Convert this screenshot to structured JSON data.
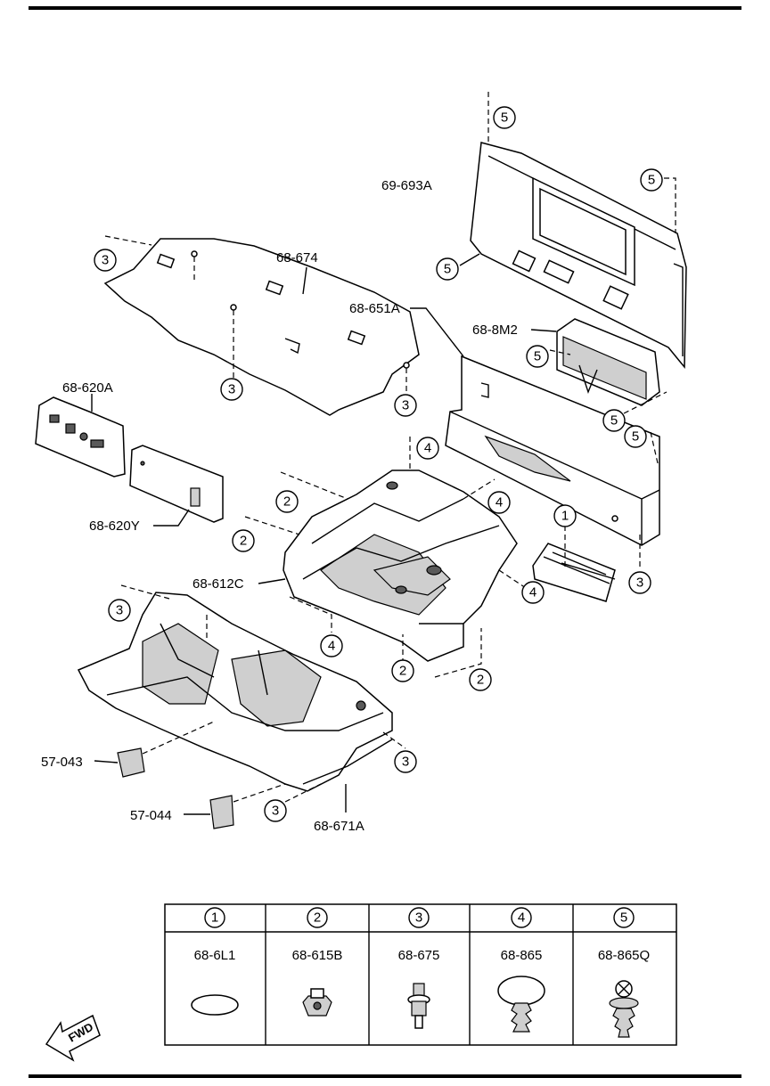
{
  "part_labels": {
    "p69_693A": "69-693A",
    "p68_674": "68-674",
    "p68_651A": "68-651A",
    "p68_8M2": "68-8M2",
    "p68_620A": "68-620A",
    "p68_620Y": "68-620Y",
    "p68_612C": "68-612C",
    "p57_043": "57-043",
    "p57_044": "57-044",
    "p68_671A": "68-671A"
  },
  "callout_numbers": {
    "one": "1",
    "two": "2",
    "three": "3",
    "four": "4",
    "five": "5"
  },
  "legend": [
    {
      "number": "1",
      "part": "68-6L1"
    },
    {
      "number": "2",
      "part": "68-615B"
    },
    {
      "number": "3",
      "part": "68-675"
    },
    {
      "number": "4",
      "part": "68-865"
    },
    {
      "number": "5",
      "part": "68-865Q"
    }
  ],
  "fwd_arrow_text": "FWD"
}
